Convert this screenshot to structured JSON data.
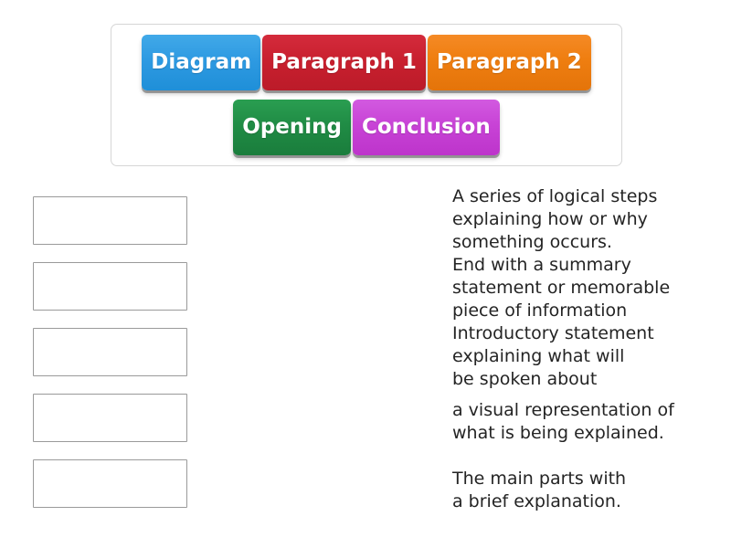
{
  "activity": {
    "type": "drag-and-drop-matching"
  },
  "tile_bank": {
    "rows": [
      {
        "tiles": [
          {
            "label": "Diagram",
            "color": "#2e9ae2",
            "color_name": "blue"
          },
          {
            "label": "Paragraph 1",
            "color": "#c9202f",
            "color_name": "red"
          },
          {
            "label": "Paragraph 2",
            "color": "#ef7e10",
            "color_name": "orange"
          }
        ]
      },
      {
        "tiles": [
          {
            "label": "Opening",
            "color": "#208c45",
            "color_name": "green"
          },
          {
            "label": "Conclusion",
            "color": "#c843d6",
            "color_name": "purple"
          }
        ]
      }
    ]
  },
  "drop_slots": [
    {
      "value": ""
    },
    {
      "value": ""
    },
    {
      "value": ""
    },
    {
      "value": ""
    },
    {
      "value": ""
    }
  ],
  "definitions": [
    {
      "text": "A series of logical steps\nexplaining how or why\nsomething occurs.",
      "gap": "none"
    },
    {
      "text": "End with a summary\nstatement or memorable\npiece of information",
      "gap": "none"
    },
    {
      "text": "Introductory statement\nexplaining what will\nbe spoken about",
      "gap": "none"
    },
    {
      "text": "a visual representation of\nwhat is being explained.",
      "gap": "small"
    },
    {
      "text": "The main parts with\na brief explanation.",
      "gap": "large"
    }
  ]
}
